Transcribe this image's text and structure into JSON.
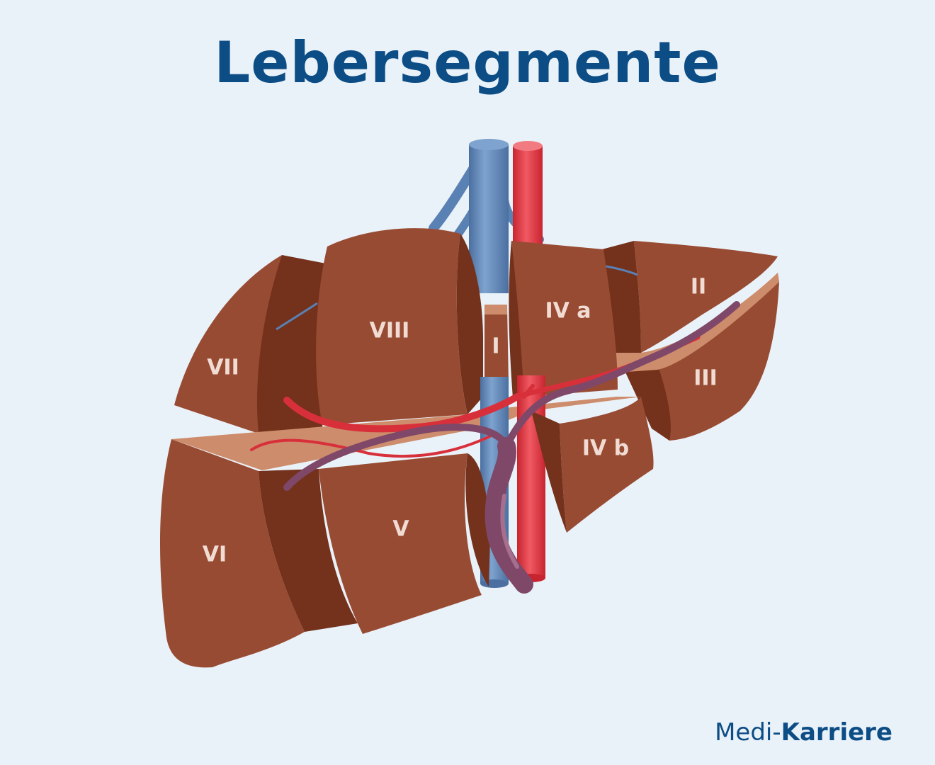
{
  "title": "Lebersegmente",
  "segments": {
    "s1": "I",
    "s2": "II",
    "s3": "III",
    "s4a": "IV a",
    "s4b": "IV b",
    "s5": "V",
    "s6": "VI",
    "s7": "VII",
    "s8": "VIII"
  },
  "logo": {
    "part1": "Medi",
    "separator": "-",
    "part2": "Karriere"
  },
  "colors": {
    "background": "#eaf2f9",
    "title": "#0d4d85",
    "liver_front": "#984b33",
    "liver_side": "#74311c",
    "liver_cut": "#cd8c6b",
    "vena_cava": "#5a81b3",
    "aorta": "#e03a45",
    "portal_vein": "#7f4868",
    "label": "#f1dcd4"
  }
}
